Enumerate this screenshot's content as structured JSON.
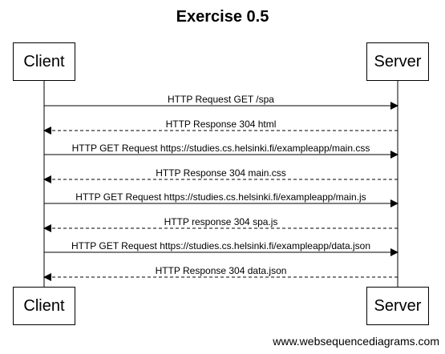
{
  "diagram": {
    "title": "Exercise 0.5",
    "participants": {
      "left": "Client",
      "right": "Server"
    },
    "messages": [
      {
        "from": "Client",
        "to": "Server",
        "label": "HTTP Request GET /spa",
        "style": "solid"
      },
      {
        "from": "Server",
        "to": "Client",
        "label": "HTTP Response 304 html",
        "style": "dashed"
      },
      {
        "from": "Client",
        "to": "Server",
        "label": "HTTP GET Request https://studies.cs.helsinki.fi/exampleapp/main.css",
        "style": "solid"
      },
      {
        "from": "Server",
        "to": "Client",
        "label": "HTTP Response 304 main.css",
        "style": "dashed"
      },
      {
        "from": "Client",
        "to": "Server",
        "label": "HTTP GET Request https://studies.cs.helsinki.fi/exampleapp/main.js",
        "style": "solid"
      },
      {
        "from": "Server",
        "to": "Client",
        "label": "HTTP response 304 spa.js",
        "style": "dashed"
      },
      {
        "from": "Client",
        "to": "Server",
        "label": "HTTP GET Request https://studies.cs.helsinki.fi/exampleapp/data.json",
        "style": "solid"
      },
      {
        "from": "Server",
        "to": "Client",
        "label": "HTTP Response 304 data.json",
        "style": "dashed"
      }
    ],
    "credit": "www.websequencediagrams.com"
  }
}
